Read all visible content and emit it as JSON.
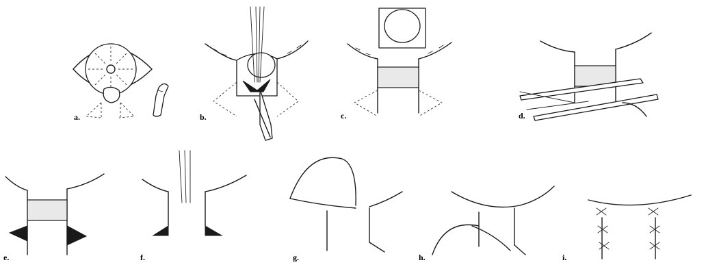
{
  "figure": {
    "panels": [
      {
        "id": "a",
        "label": "a."
      },
      {
        "id": "b",
        "label": "b."
      },
      {
        "id": "c",
        "label": "c."
      },
      {
        "id": "d",
        "label": "d."
      },
      {
        "id": "e",
        "label": "e."
      },
      {
        "id": "f",
        "label": "f."
      },
      {
        "id": "g",
        "label": "g."
      },
      {
        "id": "h",
        "label": "h."
      },
      {
        "id": "i",
        "label": "i."
      }
    ]
  }
}
